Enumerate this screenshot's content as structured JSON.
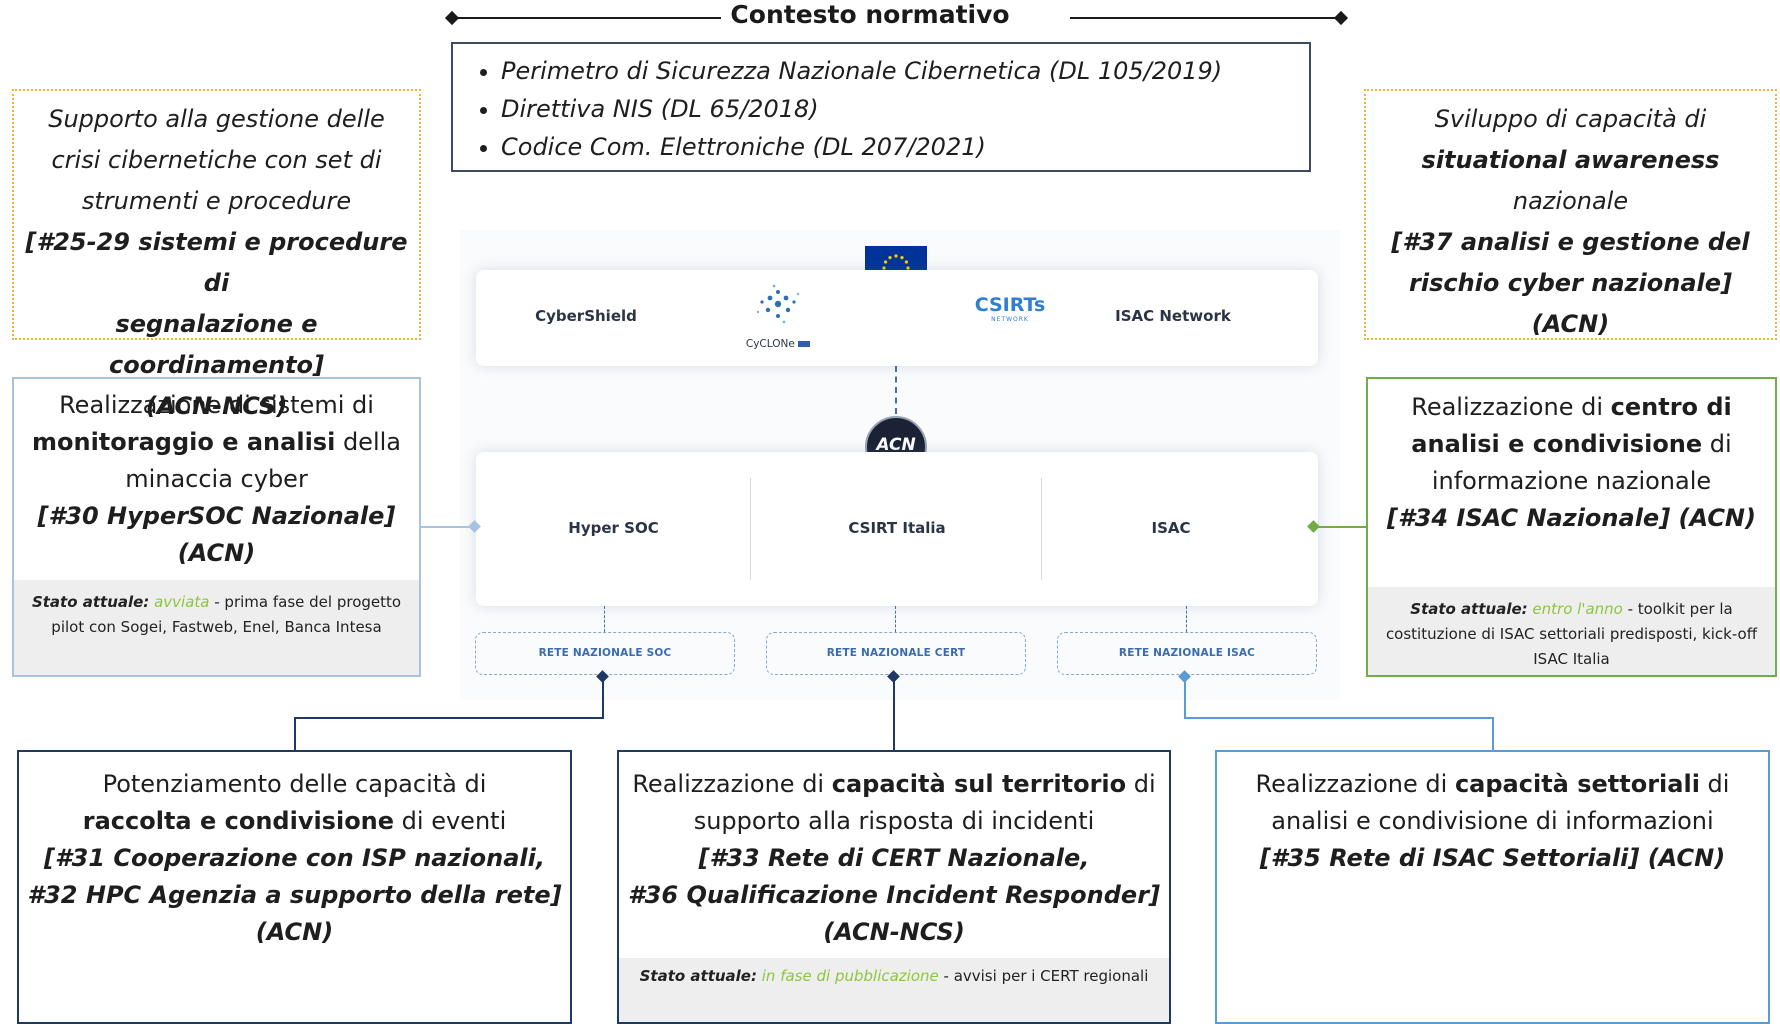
{
  "header": {
    "title": "Contesto normativo"
  },
  "normativa": {
    "items": [
      "Perimetro di Sicurezza Nazionale Cibernetica (DL 105/2019)",
      "Direttiva NIS (DL 65/2018)",
      "Codice Com. Elettroniche (DL 207/2021)"
    ]
  },
  "top_left": {
    "line1": "Supporto alla gestione delle",
    "line2": "crisi cibernetiche con set di",
    "line3": "strumenti e procedure",
    "bold1": "[#25-29 sistemi e procedure di",
    "bold2": "segnalazione e coordinamento]",
    "bold3": "(ACN-NCS)"
  },
  "top_right": {
    "line1": "Sviluppo di capacità di",
    "bold_inline": "situational awareness",
    "tail": " nazionale",
    "bold1": "[#37 analisi e gestione del",
    "bold2": "rischio cyber nazionale]",
    "bold3": "(ACN)"
  },
  "mid_left": {
    "line1": "Realizzazione di sistemi di",
    "bold_inline": "monitoraggio e analisi",
    "tail": " della",
    "line3": "minaccia cyber",
    "bold1": "[#30 HyperSOC Nazionale]",
    "bold2": "(ACN)",
    "status_label": "Stato attuale:",
    "status_value": "avviata",
    "status_text": " - prima fase del progetto pilot con Sogei, Fastweb, Enel, Banca Intesa"
  },
  "mid_right": {
    "pre": "Realizzazione di ",
    "bold_a": "centro di",
    "bold_b": "analisi e condivisione",
    "tail": " di",
    "line3": "informazione nazionale",
    "bold1": "[#34 ISAC Nazionale] (ACN)",
    "status_label": "Stato attuale:",
    "status_value": "entro l'anno",
    "status_text": " - toolkit per la costituzione di ISAC settoriali predisposti, kick-off ISAC Italia"
  },
  "bottom_left": {
    "line1": "Potenziamento delle capacità di",
    "bold_inline": "raccolta e condivisione",
    "tail": " di eventi",
    "bold1": "[#31 Cooperazione con ISP nazionali,",
    "bold2": "#32 HPC Agenzia a supporto della rete]",
    "bold3": "(ACN)"
  },
  "bottom_center": {
    "pre": "Realizzazione di ",
    "bold_inline": "capacità sul territorio",
    "tail": " di",
    "line2": "supporto alla risposta di incidenti",
    "bold1": "[#33 Rete di CERT Nazionale,",
    "bold2": "#36 Qualificazione Incident Responder]",
    "bold3": "(ACN-NCS)",
    "status_label": "Stato attuale:",
    "status_value": "in fase di pubblicazione",
    "status_text": " - avvisi per i CERT regionali"
  },
  "bottom_right": {
    "pre": "Realizzazione di ",
    "bold_inline": "capacità settoriali",
    "tail": " di",
    "line2": "analisi e condivisione di informazioni",
    "bold1": "[#35 Rete di ISAC Settoriali] (ACN)"
  },
  "eu_card": {
    "items": [
      "CyberShield",
      "ISAC Network"
    ],
    "cyclone_label": "CyCLONe",
    "csirts_label": "CSIRTs",
    "csirts_sub": "NETWORK"
  },
  "national_card": {
    "items": [
      "Hyper SOC",
      "CSIRT Italia",
      "ISAC"
    ],
    "logo_text": "ACN"
  },
  "networks": [
    "RETE NAZIONALE SOC",
    "RETE NAZIONALE CERT",
    "RETE NAZIONALE ISAC"
  ],
  "colors": {
    "dotted_gold": "#f0b429",
    "navy": "#1f3864",
    "green_status": "#8cc63f",
    "green_border": "#70ad47",
    "light_blue": "#a9c3df",
    "mid_blue": "#5b9bd5"
  }
}
